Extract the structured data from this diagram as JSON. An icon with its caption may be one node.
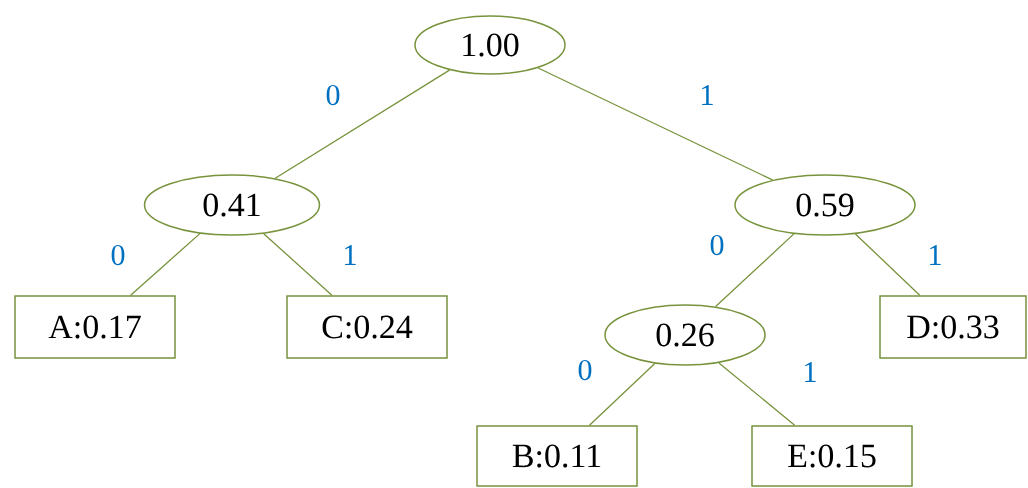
{
  "diagram": {
    "nodes": [
      {
        "text": [
          "1.00"
        ]
      },
      {
        "text": [
          "0.41"
        ]
      },
      {
        "text": [
          "0.59"
        ]
      },
      {
        "text": [
          "A:0.17"
        ]
      },
      {
        "text": [
          "C:0.24"
        ]
      },
      {
        "text": [
          "0.26"
        ]
      },
      {
        "text": [
          "D:0.33"
        ]
      },
      {
        "text": [
          "B:0.11"
        ]
      },
      {
        "text": [
          "E:0.15"
        ]
      }
    ],
    "edges": [
      {
        "from": 0,
        "to": 1,
        "arrow": "none",
        "label": "0"
      },
      {
        "from": 0,
        "to": 2,
        "arrow": "none",
        "label": "1"
      },
      {
        "from": 1,
        "to": 3,
        "arrow": "none",
        "label": "0"
      },
      {
        "from": 1,
        "to": 4,
        "arrow": "none",
        "label": "1"
      },
      {
        "from": 2,
        "to": 5,
        "arrow": "none",
        "label": "0"
      },
      {
        "from": 2,
        "to": 6,
        "arrow": "none",
        "label": "1"
      },
      {
        "from": 5,
        "to": 7,
        "arrow": "none",
        "label": "0"
      },
      {
        "from": 5,
        "to": 8,
        "arrow": "none",
        "label": "1"
      }
    ]
  }
}
